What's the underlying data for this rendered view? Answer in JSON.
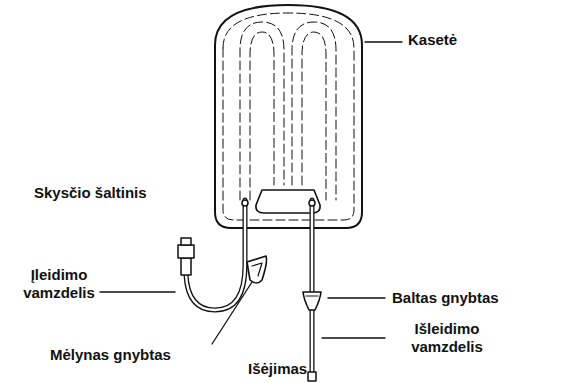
{
  "diagram": {
    "labels": [
      "Kasetė",
      "Skysčio šaltinis",
      "Įleidimo vamzdelis",
      "Mėlynas gnybtas",
      "Išėjimas",
      "Baltas gnybtas",
      "Išleidimo vamzdelis"
    ]
  }
}
